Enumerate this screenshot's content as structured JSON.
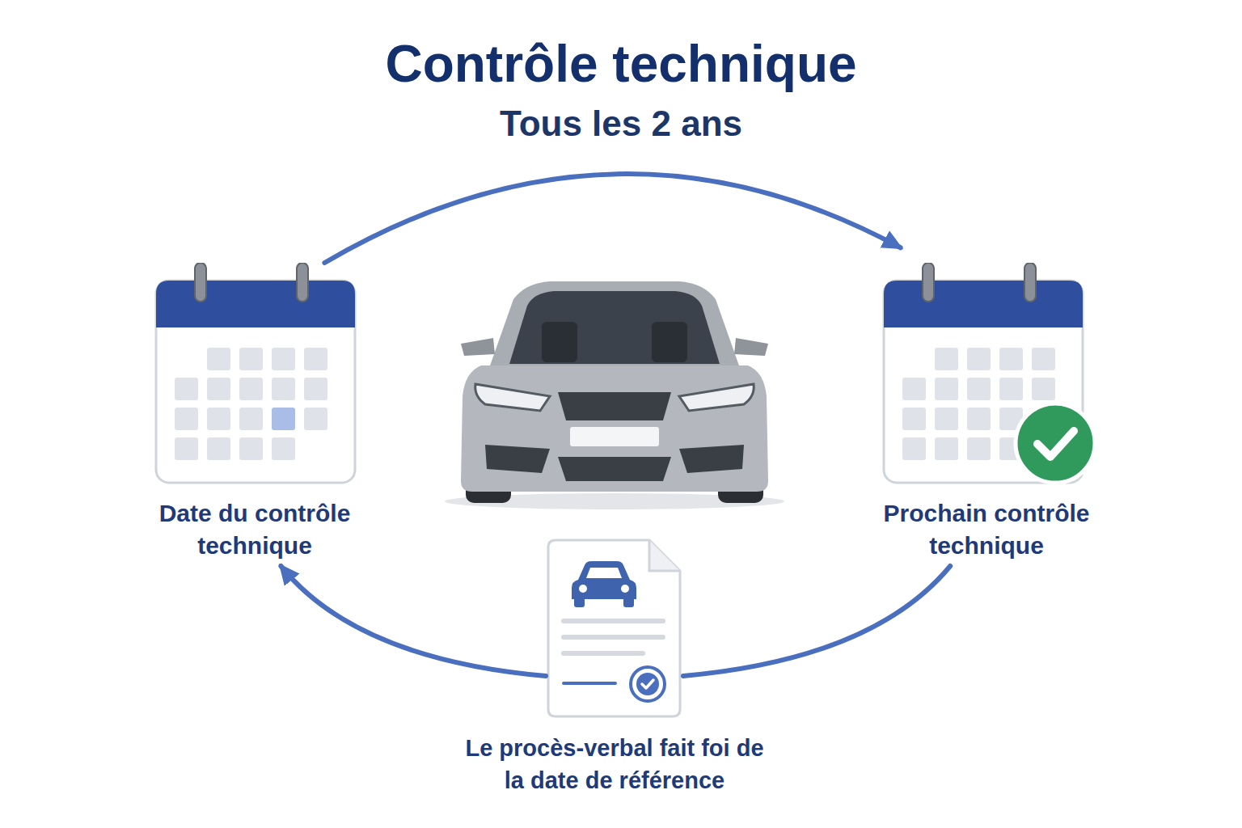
{
  "diagram": {
    "title": "Contrôle technique",
    "nodes": [
      {
        "text": [
          "Date du contrôle technique"
        ]
      },
      {
        "text": [
          "Prochain contrôle technique"
        ]
      },
      {
        "text": [
          "Le procès-verbal fait foi de la date de référence"
        ]
      }
    ],
    "edges": [
      {
        "from": 0,
        "to": 1,
        "arrow": "to"
      },
      {
        "from": 1,
        "to": 2,
        "arrow": "none"
      },
      {
        "from": 2,
        "to": 0,
        "arrow": "to"
      }
    ],
    "labels": [
      "Tous les 2 ans"
    ]
  }
}
